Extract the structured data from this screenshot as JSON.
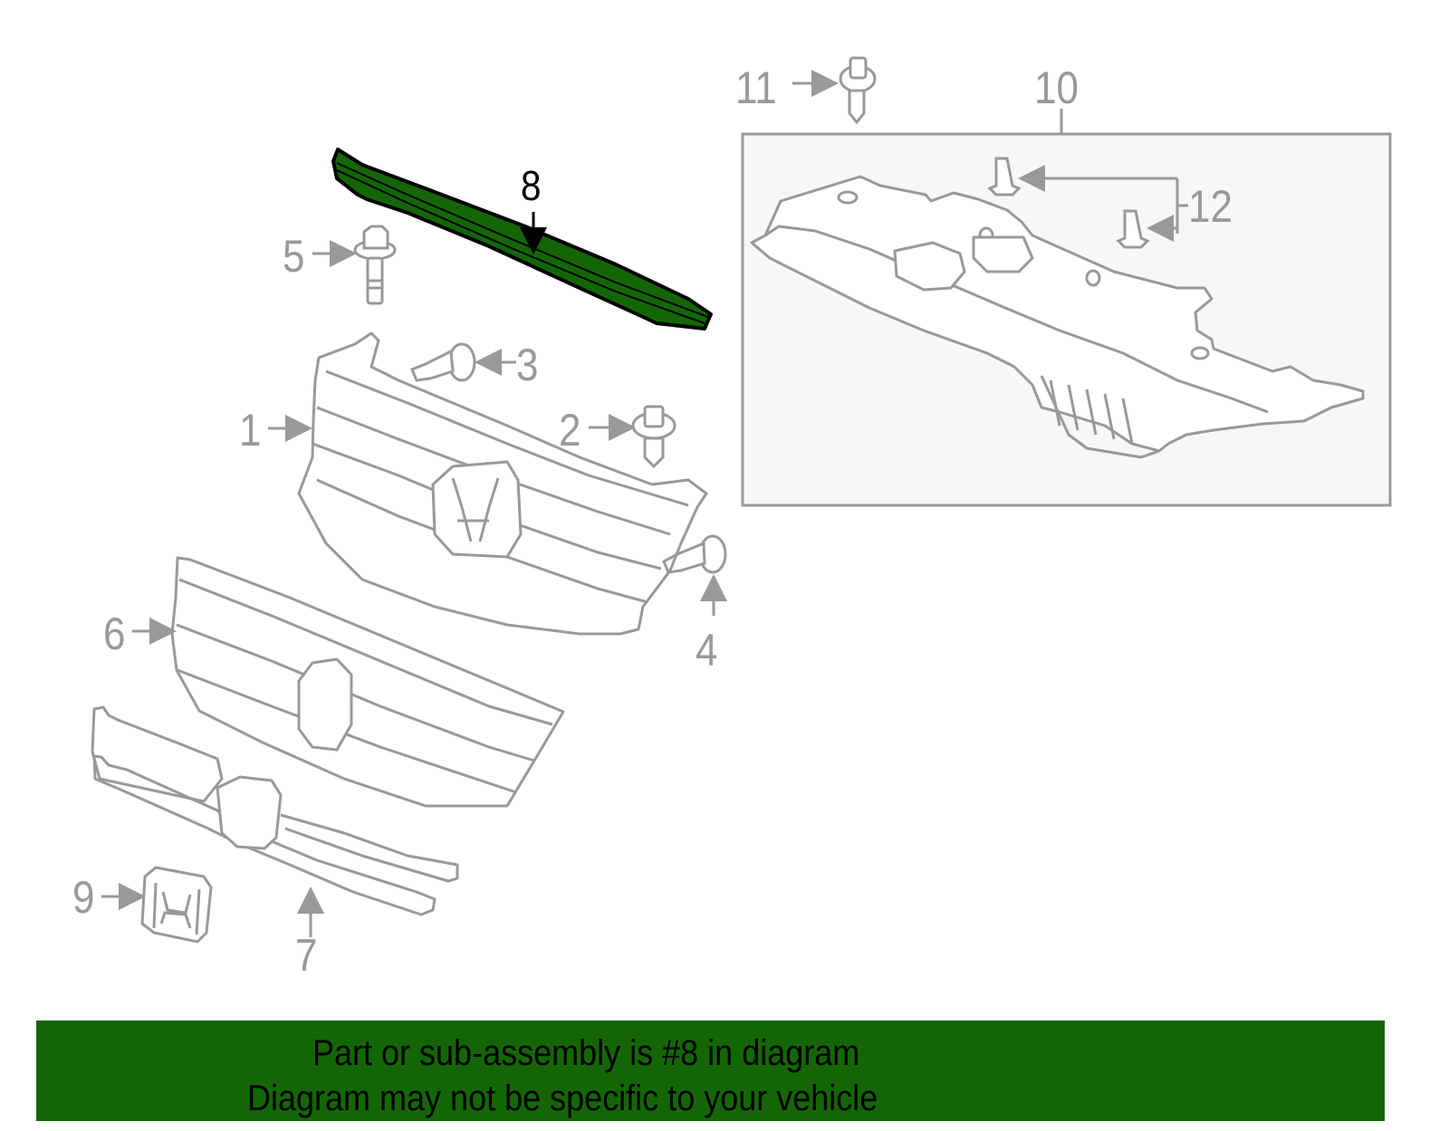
{
  "diagram": {
    "title": "Front grille assembly parts diagram",
    "highlighted_part": "8",
    "highlight_color": "#146605",
    "line_color": "#999999",
    "sub_panel_fill": "#f7f7f7",
    "callouts": [
      {
        "number": "1",
        "part": "grille base frame"
      },
      {
        "number": "2",
        "part": "push clip"
      },
      {
        "number": "3",
        "part": "screw"
      },
      {
        "number": "4",
        "part": "screw"
      },
      {
        "number": "5",
        "part": "flange bolt"
      },
      {
        "number": "6",
        "part": "front grille"
      },
      {
        "number": "7",
        "part": "lower grille molding"
      },
      {
        "number": "8",
        "part": "upper grille molding (highlighted)"
      },
      {
        "number": "9",
        "part": "emblem"
      },
      {
        "number": "10",
        "part": "upper cover assembly"
      },
      {
        "number": "11",
        "part": "push clip"
      },
      {
        "number": "12",
        "part": "clip"
      }
    ]
  },
  "labels": {
    "c1": "1",
    "c2": "2",
    "c3": "3",
    "c4": "4",
    "c5": "5",
    "c6": "6",
    "c7": "7",
    "c8": "8",
    "c9": "9",
    "c10": "10",
    "c11": "11",
    "c12": "12"
  },
  "banner": {
    "line1": "Part or sub-assembly is #8 in diagram",
    "line2": "Diagram may not be specific to your vehicle",
    "background": "#146605"
  }
}
